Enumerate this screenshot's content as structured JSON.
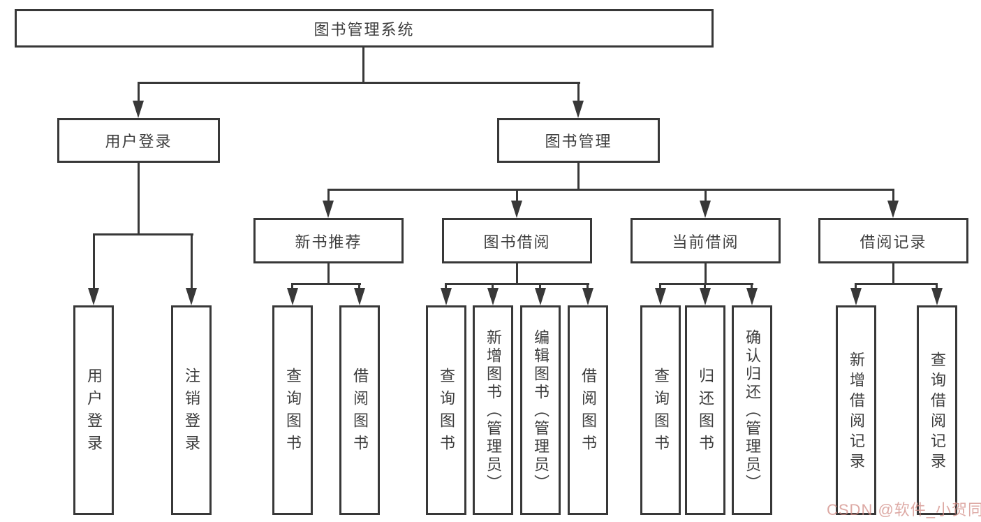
{
  "diagram": {
    "root": "图书管理系统",
    "branches": [
      {
        "label": "用户登录",
        "children": [
          "用户登录",
          "注销登录"
        ]
      },
      {
        "label": "图书管理",
        "children": [
          {
            "label": "新书推荐",
            "children": [
              "查询图书",
              "借阅图书"
            ]
          },
          {
            "label": "图书借阅",
            "children": [
              "查询图书",
              "新增图书（管理员）",
              "编辑图书（管理员）",
              "借阅图书"
            ]
          },
          {
            "label": "当前借阅",
            "children": [
              "查询图书",
              "归还图书",
              "确认归还（管理员）"
            ]
          },
          {
            "label": "借阅记录",
            "children": [
              "新增借阅记录",
              "查询借阅记录"
            ]
          }
        ]
      }
    ]
  },
  "colors": {
    "line": "#383838",
    "watermark": "#d28c86"
  },
  "watermark": "CSDN @软件_小贺同学"
}
